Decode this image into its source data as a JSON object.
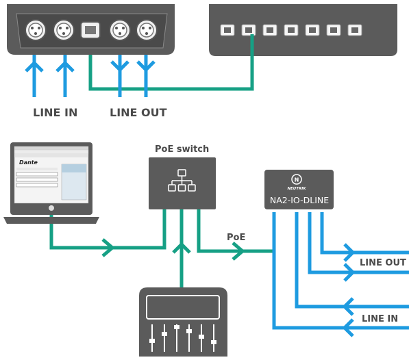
{
  "top_diagram": {
    "line_in_label": "LINE IN",
    "line_out_label": "LINE OUT"
  },
  "bottom_diagram": {
    "poe_switch_label": "PoE switch",
    "poe_label": "PoE",
    "device_brand": "NEUTRIK",
    "device_model": "NA2-IO-DLINE",
    "line_out_label": "LINE OUT",
    "line_in_label": "LINE IN",
    "laptop_app_title": "Dante"
  },
  "colors": {
    "housing": "#5b5b5b",
    "teal_cable": "#16a085",
    "blue_signal": "#1e9be0",
    "label_text": "#4a4a4a"
  },
  "icons": [
    "xlr-connector-icon",
    "rj45-port-icon",
    "network-topology-icon",
    "mixing-console-icon",
    "laptop-icon"
  ]
}
